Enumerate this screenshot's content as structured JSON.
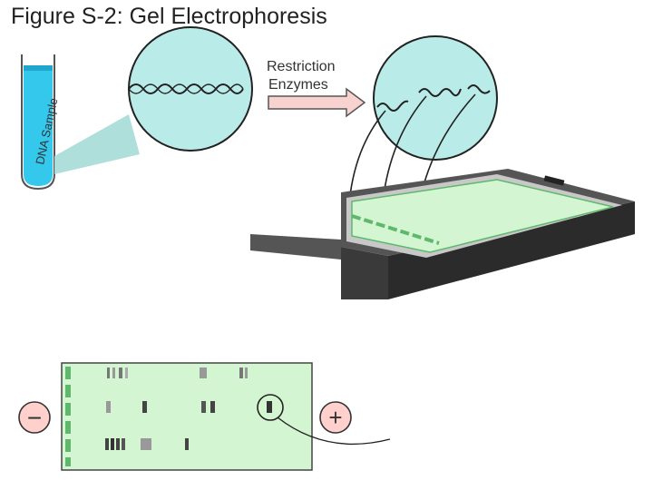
{
  "title": "Figure S-2: Gel Electrophoresis",
  "tube": {
    "label": "DNA Sample",
    "color": "#33c8ec"
  },
  "arrow_label": {
    "line1": "Restriction",
    "line2": "Enzymes"
  },
  "colors": {
    "circle_fill": "#b9ece8",
    "gel_fill": "#d4f5d2",
    "gel_border": "#5fb86c",
    "box_dark": "#333333",
    "minus_fill": "#ffd0cc",
    "plus_fill": "#ffd0cc"
  },
  "electrodes": {
    "negative": "−",
    "positive": "+"
  }
}
